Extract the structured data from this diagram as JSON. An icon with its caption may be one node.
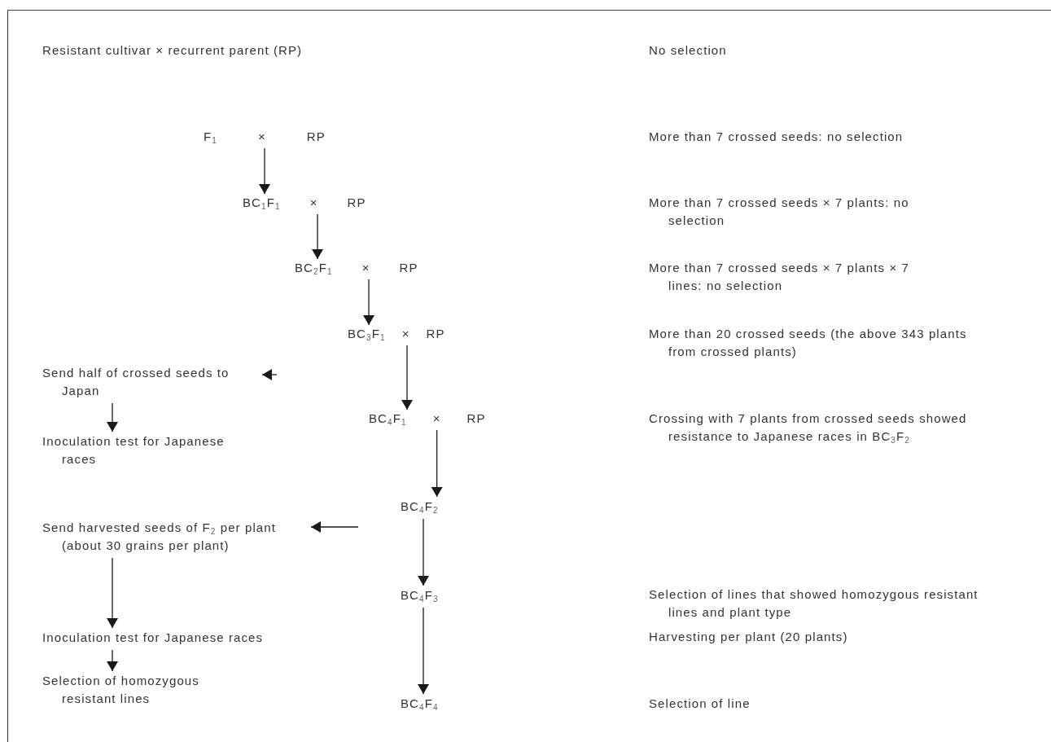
{
  "diagram": {
    "nodes": [
      {
        "text": [
          "F$_{1}$",
          "×",
          "RP"
        ]
      },
      {
        "text": [
          "BC$_{1}$F$_{1}$",
          "×",
          "RP"
        ]
      },
      {
        "text": [
          "BC$_{2}$F$_{1}$",
          "×",
          "RP"
        ]
      },
      {
        "text": [
          "BC$_{3}$F$_{1}$",
          "×",
          "RP"
        ]
      },
      {
        "text": [
          "Send half of crossed seeds to Japan"
        ]
      },
      {
        "text": [
          "BC$_{4}$F$_{1}$",
          "×",
          "RP"
        ]
      },
      {
        "text": [
          "Inoculation test for Japanese races"
        ]
      },
      {
        "text": [
          "BC$_{4}$F$_{2}$"
        ]
      },
      {
        "text": [
          "Send harvested seeds of F$_{2}$ per plant (about 30 grains per plant)"
        ]
      },
      {
        "text": [
          "BC$_{4}$F$_{3}$"
        ]
      },
      {
        "text": [
          "Inoculation test for Japanese races"
        ]
      },
      {
        "text": [
          "Selection of homozygous resistant lines"
        ]
      },
      {
        "text": [
          "BC$_{4}$F$_{4}$"
        ]
      }
    ],
    "edges": [
      {
        "from": 0,
        "to": 1,
        "arrow": "to"
      },
      {
        "from": 1,
        "to": 2,
        "arrow": "to"
      },
      {
        "from": 2,
        "to": 3,
        "arrow": "to"
      },
      {
        "from": 3,
        "to": 5,
        "arrow": "to"
      },
      {
        "from": 5,
        "to": 7,
        "arrow": "to"
      },
      {
        "from": 7,
        "to": 9,
        "arrow": "to"
      },
      {
        "from": 9,
        "to": 12,
        "arrow": "to"
      },
      {
        "from": null,
        "to": 4,
        "arrow": "to"
      },
      {
        "from": 4,
        "to": 6,
        "arrow": "to"
      },
      {
        "from": null,
        "to": 8,
        "arrow": "to"
      },
      {
        "from": 8,
        "to": 10,
        "arrow": "to"
      },
      {
        "from": 10,
        "to": 11,
        "arrow": "to"
      }
    ],
    "labels": [
      "Resistant cultivar × recurrent parent (RP)",
      "No selection",
      "More than 7 crossed seeds: no selection",
      "More than 7 crossed seeds × 7 plants: no selection",
      "More than 7 crossed seeds × 7 plants × 7 lines: no selection",
      "More than 20 crossed seeds (the above 343 plants from crossed plants)",
      "Crossing with 7 plants from crossed seeds showed resistance to Japanese races in BC$_{3}$F$_{2}$",
      "Selection of lines that showed homozygous resistant lines and plant type",
      "Harvesting per plant (20 plants)",
      "Selection of line"
    ]
  }
}
